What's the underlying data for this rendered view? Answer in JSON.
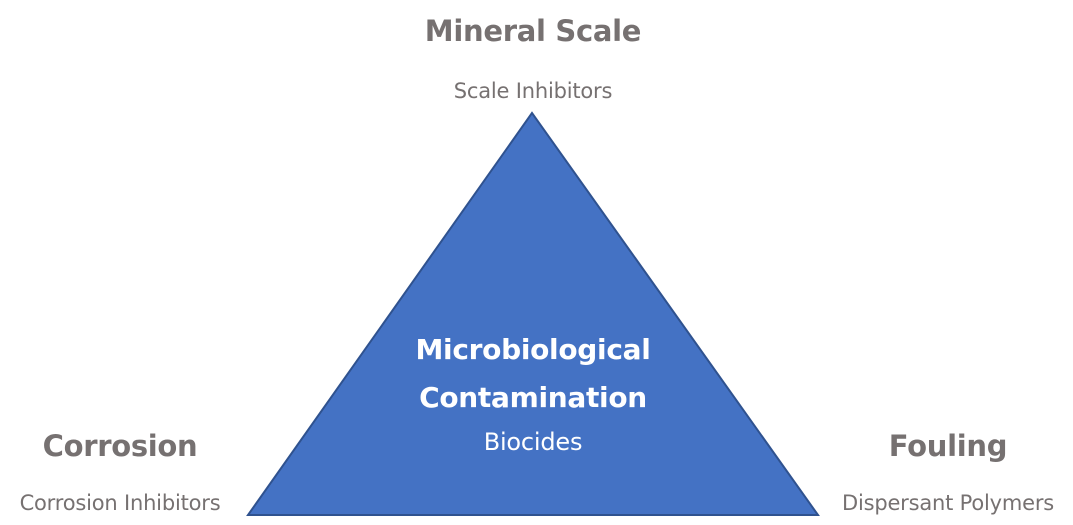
{
  "diagram": {
    "top": {
      "title": "Mineral Scale",
      "treatment": "Scale Inhibitors"
    },
    "left": {
      "title": "Corrosion",
      "treatment": "Corrosion Inhibitors"
    },
    "right": {
      "title": "Fouling",
      "treatment": "Dispersant Polymers"
    },
    "center": {
      "title_line1": "Microbiological",
      "title_line2": "Contamination",
      "treatment": "Biocides"
    }
  },
  "colors": {
    "triangle_fill": "#4472C4",
    "triangle_border": "#2F528F",
    "label_text": "#767171",
    "inner_text": "#FFFFFF"
  }
}
